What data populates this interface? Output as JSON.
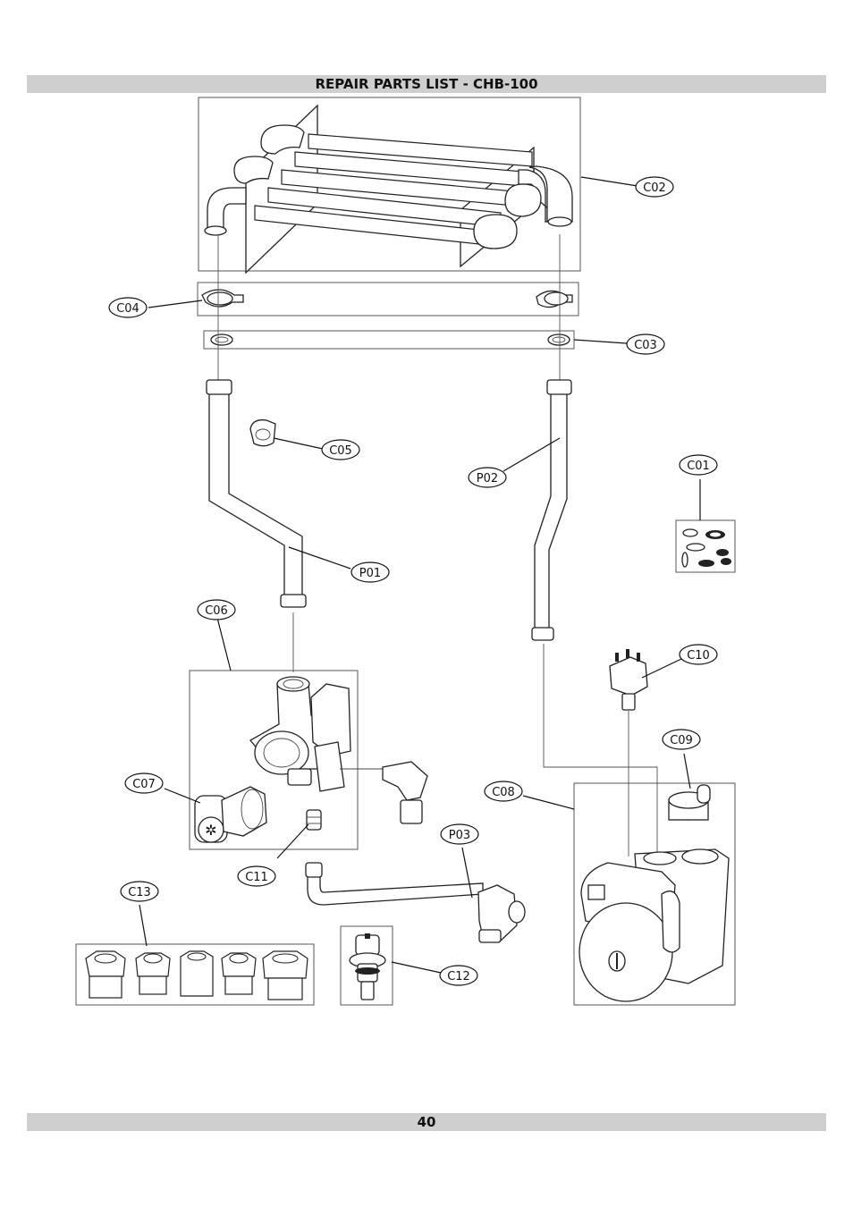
{
  "header": {
    "title": "REPAIR PARTS LIST - CHB-100"
  },
  "footer": {
    "page_number": "40"
  },
  "callouts": {
    "c01": "C01",
    "c02": "C02",
    "c03": "C03",
    "c04": "C04",
    "c05": "C05",
    "c06": "C06",
    "c07": "C07",
    "c08": "C08",
    "c09": "C09",
    "c10": "C10",
    "c11": "C11",
    "c12": "C12",
    "c13": "C13",
    "p01": "P01",
    "p02": "P02",
    "p03": "P03"
  }
}
